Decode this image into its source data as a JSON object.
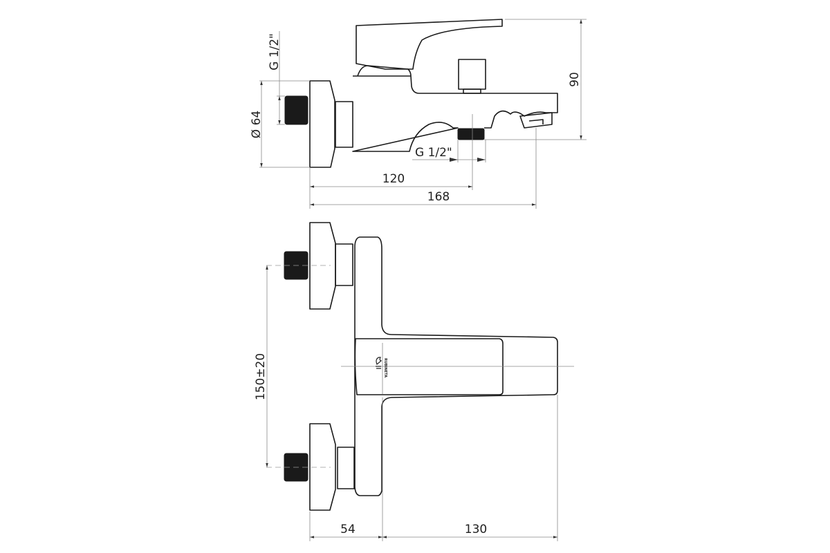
{
  "title": "Bath mixer technical drawing",
  "logo_text": "RUBINETA",
  "dimensions": {
    "height": "90",
    "flange_diameter": "Ø 64",
    "inlet_thread": "G 1/2\"",
    "outlet_thread": "G 1/2\"",
    "outlet_distance": "120",
    "total_projection": "168",
    "inlet_spacing": "150±20",
    "body_depth": "54",
    "spout_length": "130"
  }
}
